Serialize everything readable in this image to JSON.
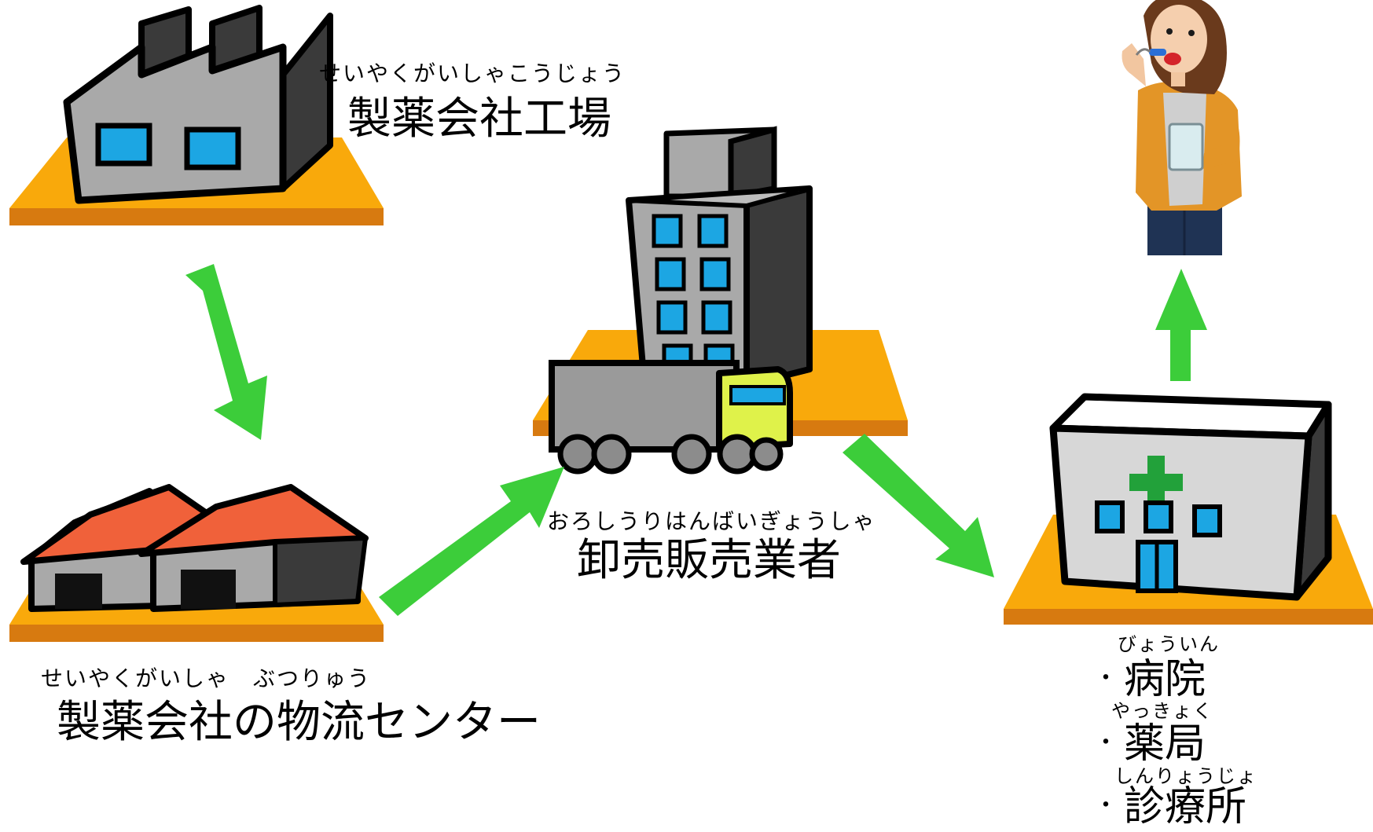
{
  "colors": {
    "ground_top": "#f9a90b",
    "ground_edge": "#d77a10",
    "arrow": "#3ccd3a",
    "window": "#1ca6e3",
    "wall": "#a9a9a9",
    "wall_dark": "#3a3a3a",
    "roof_red": "#f0613a",
    "cross": "#22a13a",
    "truck_cab": "#dff24a"
  },
  "nodes": {
    "factory": {
      "ruby": "せいやくがいしゃこうじょう",
      "label": "製薬会社工場",
      "icon": "factory-icon"
    },
    "distribution": {
      "ruby": "せいやくがいしゃ　ぶつりゅう",
      "label": "製薬会社の物流センター",
      "icon": "warehouse-icon"
    },
    "wholesaler": {
      "ruby": "おろしうりはんばいぎょうしゃ",
      "label": "卸売販売業者",
      "icon": "office-building-with-truck-icon"
    },
    "destinations": {
      "icon": "hospital-icon",
      "items": [
        {
          "bullet": "・",
          "ruby": "びょういん",
          "label": "病院"
        },
        {
          "bullet": "・",
          "ruby": "やっきょく",
          "label": "薬局"
        },
        {
          "bullet": "・",
          "ruby": "しんりょうじょ",
          "label": "診療所"
        }
      ]
    },
    "patient": {
      "icon": "person-taking-medicine-icon"
    }
  }
}
